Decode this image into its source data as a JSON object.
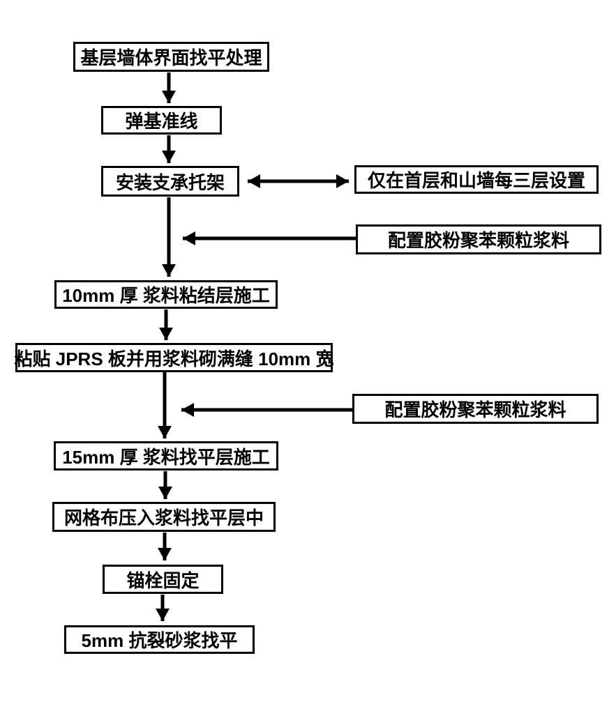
{
  "diagram": {
    "type": "flowchart",
    "colors": {
      "ink": "#000000",
      "background": "#ffffff"
    },
    "nodes": [
      {
        "id": "base",
        "label": "基层墙体界面找平处理"
      },
      {
        "id": "reference-line",
        "label": "弹基准线"
      },
      {
        "id": "support-bracket",
        "label": "安装支承托架"
      },
      {
        "id": "bracket-note",
        "label": "仅在首层和山墙每三层设置"
      },
      {
        "id": "slurry-note-1",
        "label": "配置胶粉聚苯颗粒浆料"
      },
      {
        "id": "bonding-layer",
        "label": "10mm 厚 浆料粘结层施工"
      },
      {
        "id": "paste-board",
        "label": "粘贴 JPRS 板并用浆料砌满缝 10mm 宽"
      },
      {
        "id": "slurry-note-2",
        "label": "配置胶粉聚苯颗粒浆料"
      },
      {
        "id": "leveling-layer",
        "label": "15mm 厚 浆料找平层施工"
      },
      {
        "id": "mesh",
        "label": "网格布压入浆料找平层中"
      },
      {
        "id": "anchor",
        "label": "锚栓固定"
      },
      {
        "id": "mortar",
        "label": "5mm 抗裂砂浆找平"
      }
    ],
    "edges": [
      {
        "from": "base",
        "to": "reference-line",
        "style": "arrow-down"
      },
      {
        "from": "reference-line",
        "to": "support-bracket",
        "style": "arrow-down"
      },
      {
        "from": "support-bracket",
        "to": "bracket-note",
        "style": "double-arrow"
      },
      {
        "from": "support-bracket",
        "to": "bonding-layer",
        "style": "arrow-down"
      },
      {
        "from": "slurry-note-1",
        "to": "support-bracket→bonding-layer",
        "style": "arrow-left-merge"
      },
      {
        "from": "bonding-layer",
        "to": "paste-board",
        "style": "arrow-down"
      },
      {
        "from": "paste-board",
        "to": "leveling-layer",
        "style": "arrow-down"
      },
      {
        "from": "slurry-note-2",
        "to": "paste-board→leveling-layer",
        "style": "arrow-left-merge"
      },
      {
        "from": "leveling-layer",
        "to": "mesh",
        "style": "arrow-down"
      },
      {
        "from": "mesh",
        "to": "anchor",
        "style": "arrow-down"
      },
      {
        "from": "anchor",
        "to": "mortar",
        "style": "arrow-down"
      }
    ]
  }
}
